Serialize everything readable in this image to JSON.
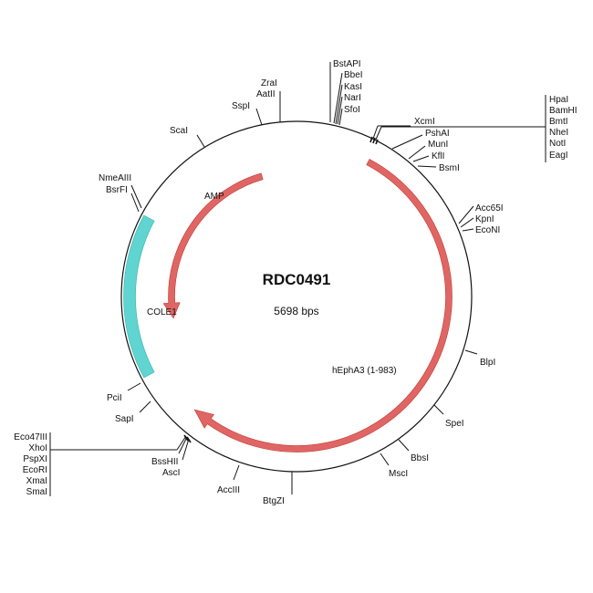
{
  "plasmid": {
    "name": "RDC0491",
    "size_label": "5698 bps"
  },
  "features": [
    {
      "id": "amp",
      "label": "AMP",
      "color": "#e06666",
      "type": "arrow"
    },
    {
      "id": "hepha3",
      "label": "hEphA3 (1-983)",
      "color": "#e06666",
      "type": "arrow"
    },
    {
      "id": "cole1",
      "label": "COLE1",
      "color": "#5fd4d0",
      "type": "block"
    }
  ],
  "sites": {
    "sspi": "SspI",
    "zrai": "ZraI",
    "aatii": "AatII",
    "bstapi": "BstAPI",
    "bbei": "BbeI",
    "kasi": "KasI",
    "nari": "NarI",
    "sfoi": "SfoI",
    "xcmi": "XcmI",
    "hpai": "HpaI",
    "bamhi": "BamHI",
    "bmti": "BmtI",
    "nhei": "NheI",
    "noti": "NotI",
    "eagi": "EagI",
    "pshai": "PshAI",
    "muni": "MunI",
    "kfli": "KflI",
    "bsmi": "BsmI",
    "acc65i": "Acc65I",
    "kpni": "KpnI",
    "econi": "EcoNI",
    "blpi": "BlpI",
    "spei": "SpeI",
    "bbsi": "BbsI",
    "msci": "MscI",
    "btgzi": "BtgZI",
    "acciii": "AccIII",
    "bsshii": "BssHII",
    "asci": "AscI",
    "eco47iii": "Eco47III",
    "xhoi": "XhoI",
    "pspxi": "PspXI",
    "ecori": "EcoRI",
    "xmai": "XmaI",
    "smai": "SmaI",
    "sapi": "SapI",
    "pcii": "PciI",
    "nmeaiii": "NmeAIII",
    "bsrfi": "BsrFI",
    "scai": "ScaI"
  }
}
